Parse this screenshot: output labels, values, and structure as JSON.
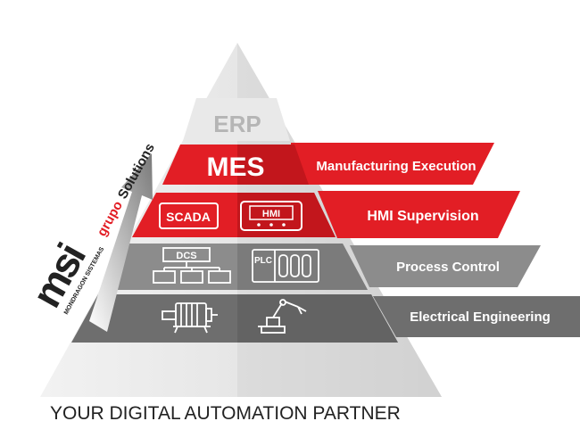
{
  "pyramid": {
    "layers": [
      {
        "id": "erp",
        "label": "ERP"
      },
      {
        "id": "mes",
        "label": "MES",
        "ribbon": "Manufacturing Execution"
      },
      {
        "id": "hmi",
        "ribbon": "HMI Supervision",
        "icons": [
          "SCADA",
          "HMI"
        ]
      },
      {
        "id": "process",
        "ribbon": "Process Control",
        "icons": [
          "DCS",
          "PLC"
        ]
      },
      {
        "id": "electrical",
        "ribbon": "Electrical Engineering",
        "icons": [
          "motor-icon",
          "robot-arm-icon"
        ]
      }
    ]
  },
  "brand": {
    "logo": "msi",
    "group_word": "grupo",
    "solutions_word": "Solutions",
    "sub_line": "MONDRAGON SISTEMAS"
  },
  "tagline": "YOUR DIGITAL AUTOMATION PARTNER",
  "colors": {
    "red": "#e21e25",
    "red_dark": "#c2161c",
    "grey": "#8c8c8c",
    "grey_dark": "#6e6e6e",
    "pale": "#e4e4e4"
  }
}
